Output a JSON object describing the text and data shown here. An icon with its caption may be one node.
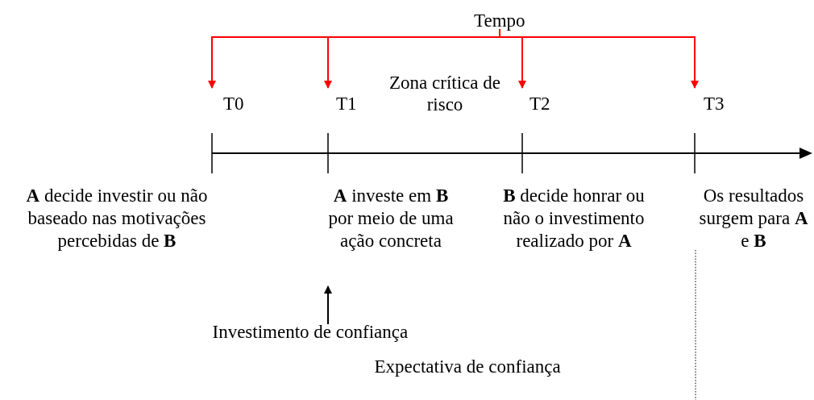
{
  "diagram": {
    "nodes": [
      {
        "text": [
          "Tempo"
        ]
      },
      {
        "text": [
          "T0"
        ]
      },
      {
        "text": [
          "T1"
        ]
      },
      {
        "text": [
          "T2"
        ]
      },
      {
        "text": [
          "T3"
        ]
      },
      {
        "text": [
          "Investimento de confiança"
        ]
      }
    ],
    "edges": [
      {
        "from": 0,
        "to": 1,
        "arrow": "to"
      },
      {
        "from": 0,
        "to": 2,
        "arrow": "to"
      },
      {
        "from": 0,
        "to": 3,
        "arrow": "to"
      },
      {
        "from": 0,
        "to": 4,
        "arrow": "to"
      },
      {
        "from": 5,
        "to": null,
        "arrow": "to",
        "color": "#000000"
      }
    ],
    "labels": [
      "Zona crítica de risco",
      "**A** decide investir ou não baseado nas motivações percebidas de **B**",
      "**A** investe em **B** por meio de uma ação concreta",
      "**B** decide honrar ou não o investimento realizado por **A**",
      "Os resultados surgem para **A** e **B**",
      "Expectativa de confiança"
    ]
  }
}
